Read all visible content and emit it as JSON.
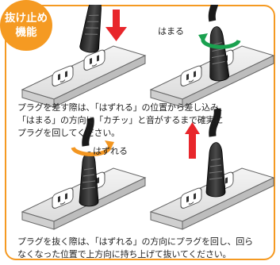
{
  "badge": {
    "line1": "抜け止め",
    "line2": "機能"
  },
  "labels": {
    "hamaru": "はまる",
    "hazureru": "はずれる"
  },
  "instructions": {
    "insert_line1": "プラグを差す際は、「はずれる」の位置から差し込み、",
    "insert_line2": "「はまる」の方向に「カチッ」と音がするまで確実に",
    "insert_line3": "プラグを回してください。",
    "remove_line1": "プラグを抜く際は、「はずれる」の方向にプラグを回し、回ら",
    "remove_line2": "なくなった位置で上方向に持ち上げて抜いてください。"
  },
  "colors": {
    "accent": "#f59a22",
    "arrow_red": "#e8262b",
    "arrow_green": "#1aa14f",
    "arrow_orange": "#f39621"
  },
  "icons": [
    "power-strip-icon",
    "plug-icon",
    "arrow-down-icon",
    "arrow-up-icon",
    "rotate-clockwise-icon",
    "rotate-counterclockwise-icon"
  ]
}
